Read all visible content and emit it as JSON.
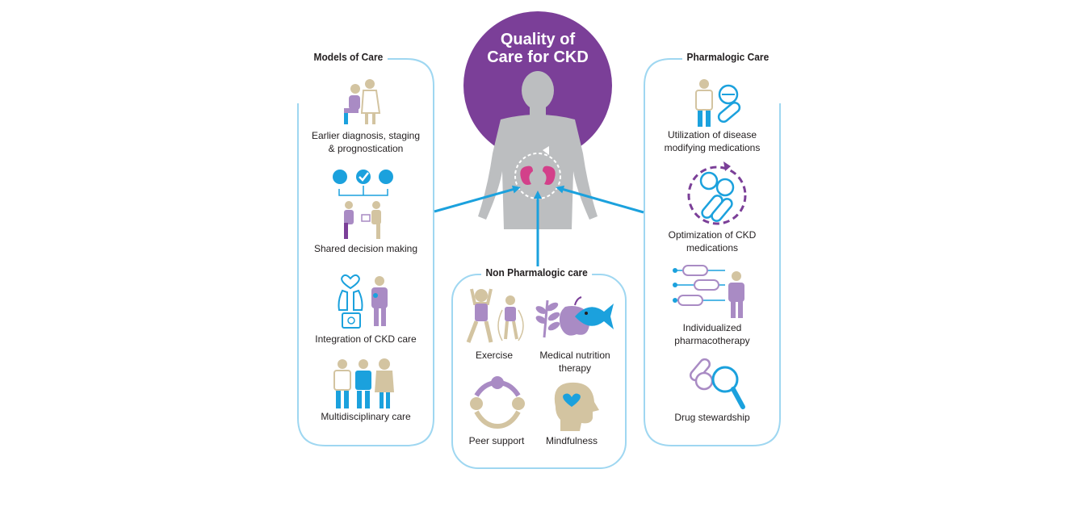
{
  "center": {
    "title_line1": "Quality of",
    "title_line2": "Care for CKD"
  },
  "models_of_care": {
    "title": "Models of Care",
    "items": [
      {
        "line1": "Earlier diagnosis, staging",
        "line2": "& prognostication"
      },
      {
        "line1": "Shared decision making"
      },
      {
        "line1": "Integration of CKD care"
      },
      {
        "line1": "Multidisciplinary care"
      }
    ]
  },
  "pharmacologic_care": {
    "title": "Pharmalogic Care",
    "items": [
      {
        "line1": "Utilization of disease",
        "line2": "modifying medications"
      },
      {
        "line1": "Optimization of CKD",
        "line2": "medications"
      },
      {
        "line1": "Individualized",
        "line2": "pharmacotherapy"
      },
      {
        "line1": "Drug stewardship"
      }
    ]
  },
  "non_pharmacologic_care": {
    "title": "Non Pharmalogic care",
    "items": [
      {
        "line1": "Exercise"
      },
      {
        "line1": "Medical nutrition",
        "line2": "therapy"
      },
      {
        "line1": "Peer support"
      },
      {
        "line1": "Mindfulness"
      }
    ]
  },
  "colors": {
    "blue": "#1ba1dd",
    "purple": "#7b3f98",
    "light_purple": "#a98bc4",
    "tan": "#d3c4a1",
    "pink": "#d3408a",
    "gray": "#bcbec0",
    "panel_border": "#9fd7f1"
  }
}
